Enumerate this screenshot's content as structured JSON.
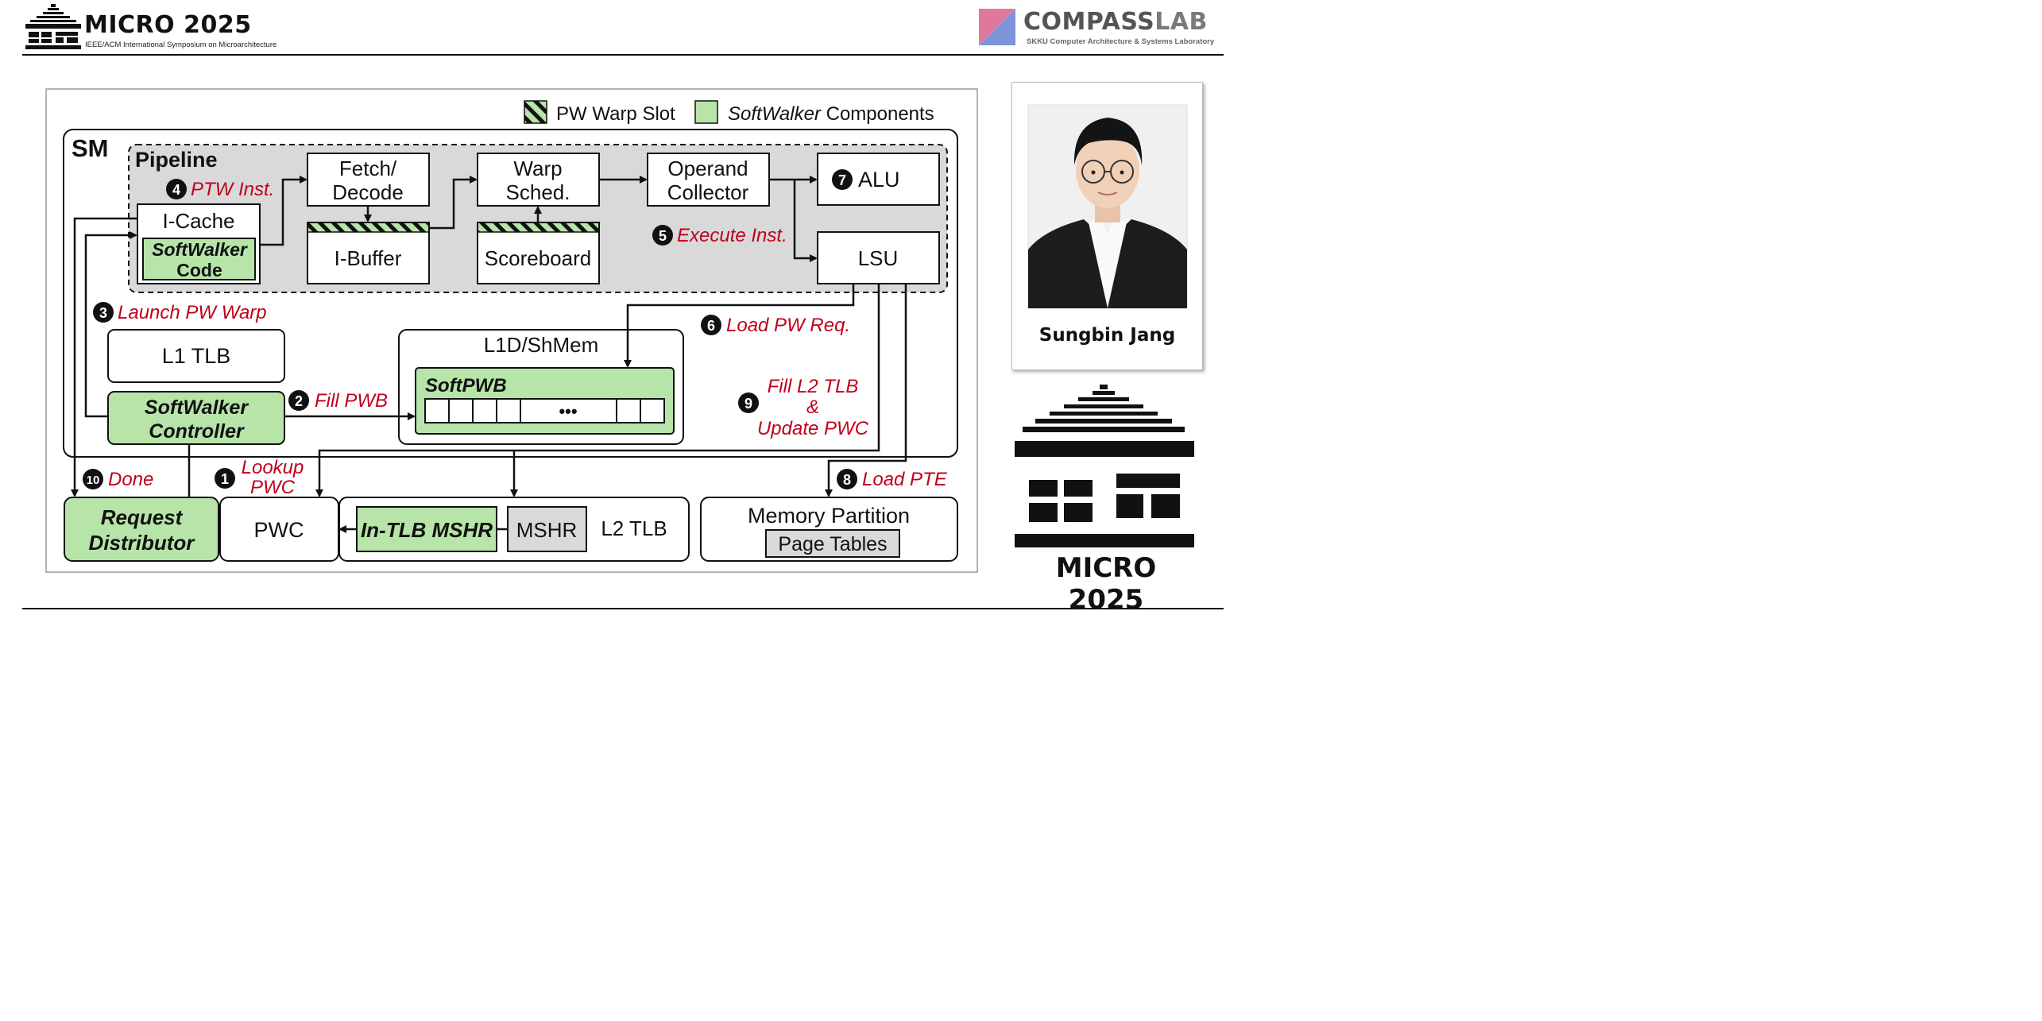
{
  "header": {
    "conference_title": "MICRO 2025",
    "conference_subtitle": "IEEE/ACM International Symposium on Microarchitecture",
    "lab_name_main": "COMPASS",
    "lab_name_suffix": "LAB",
    "lab_subtitle": "SKKU Computer Architecture & Systems Laboratory"
  },
  "presenter": {
    "name": "Sungbin Jang"
  },
  "footer_logo": {
    "title": "MICRO 2025"
  },
  "colors": {
    "green": "#b7e4a8",
    "red_text": "#c0001a",
    "gray": "#d9d9d9"
  },
  "diagram": {
    "legend": {
      "pw_slot": "PW Warp Slot",
      "comp_em": "SoftWalker",
      "comp_rest": " Components"
    },
    "sm": "SM",
    "pipeline": "Pipeline",
    "icache": "I-Cache",
    "sw_code_1": "SoftWalker",
    "sw_code_2": "Code",
    "fetch_1": "Fetch/",
    "fetch_2": "Decode",
    "ibuffer": "I-Buffer",
    "warp_1": "Warp",
    "warp_2": "Sched.",
    "scoreboard": "Scoreboard",
    "operand_1": "Operand",
    "operand_2": "Collector",
    "alu": "ALU",
    "lsu": "LSU",
    "l1tlb": "L1 TLB",
    "swc_1": "SoftWalker",
    "swc_2": "Controller",
    "l1d": "L1D/ShMem",
    "softpwb": "SoftPWB",
    "dots": "•••",
    "req_1": "Request",
    "req_2": "Distributor",
    "pwc": "PWC",
    "intlb": "In-TLB MSHR",
    "mshr": "MSHR",
    "l2tlb": "L2 TLB",
    "mem": "Memory Partition",
    "pagetables": "Page Tables",
    "steps": {
      "s1_num": "1",
      "s1_a": "Lookup",
      "s1_b": "PWC",
      "s2_num": "2",
      "s2": "Fill PWB",
      "s3_num": "3",
      "s3": "Launch PW Warp",
      "s4_num": "4",
      "s4": "PTW Inst.",
      "s5_num": "5",
      "s5": "Execute Inst.",
      "s6_num": "6",
      "s6": "Load PW Req.",
      "s7_num": "7",
      "s8_num": "8",
      "s8": "Load PTE",
      "s9_num": "9",
      "s9_a": "Fill L2 TLB",
      "s9_b": "&",
      "s9_c": "Update PWC",
      "s10_num": "10",
      "s10": "Done"
    }
  }
}
